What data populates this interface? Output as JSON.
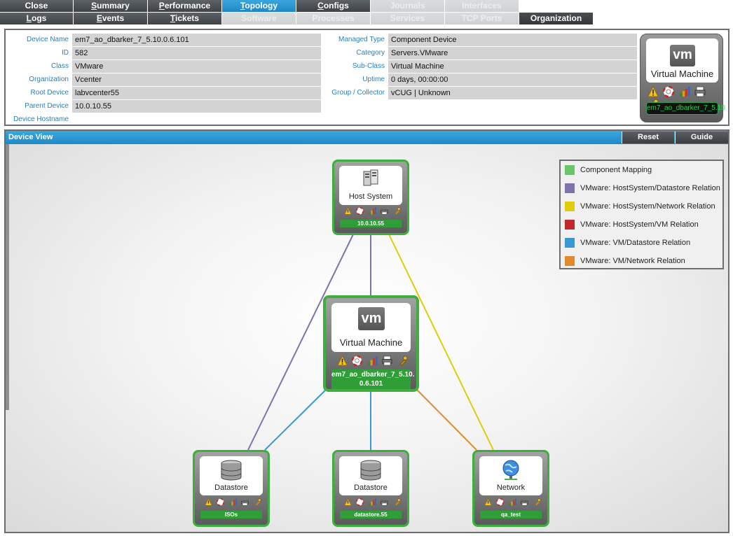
{
  "tabs_row1": [
    {
      "label": "Close",
      "state": "normal",
      "underline": false
    },
    {
      "label": "Summary",
      "state": "normal",
      "underline": true
    },
    {
      "label": "Performance",
      "state": "normal",
      "underline": true
    },
    {
      "label": "Topology",
      "state": "active",
      "underline": true
    },
    {
      "label": "Configs",
      "state": "normal",
      "underline": true
    },
    {
      "label": "Journals",
      "state": "disabled",
      "underline": false
    },
    {
      "label": "Interfaces",
      "state": "disabled",
      "underline": false
    }
  ],
  "tabs_row2": [
    {
      "label": "Logs",
      "state": "normal",
      "underline": true
    },
    {
      "label": "Events",
      "state": "normal",
      "underline": true
    },
    {
      "label": "Tickets",
      "state": "normal",
      "underline": true
    },
    {
      "label": "Software",
      "state": "disabled",
      "underline": false
    },
    {
      "label": "Processes",
      "state": "disabled",
      "underline": false
    },
    {
      "label": "Services",
      "state": "disabled",
      "underline": false
    },
    {
      "label": "TCP Ports",
      "state": "disabled",
      "underline": false
    },
    {
      "label": "Organization",
      "state": "org",
      "underline": false
    }
  ],
  "device_info": {
    "left": [
      {
        "label": "Device Name",
        "value": "em7_ao_dbarker_7_5.10.0.6.101"
      },
      {
        "label": "ID",
        "value": "582"
      },
      {
        "label": "Class",
        "value": "VMware"
      },
      {
        "label": "Organization",
        "value": "Vcenter"
      },
      {
        "label": "Root Device",
        "value": "labvcenter55"
      },
      {
        "label": "Parent Device",
        "value": "10.0.10.55"
      },
      {
        "label": "Device Hostname",
        "value": ""
      }
    ],
    "right": [
      {
        "label": "Managed Type",
        "value": "Component Device"
      },
      {
        "label": "Category",
        "value": "Servers.VMware"
      },
      {
        "label": "Sub-Class",
        "value": "Virtual Machine"
      },
      {
        "label": "Uptime",
        "value": "0 days, 00:00:00"
      },
      {
        "label": "Group / Collector",
        "value": "vCUG | Unknown"
      },
      {
        "label": "",
        "value": ""
      },
      {
        "label": "",
        "value": ""
      }
    ],
    "badge": {
      "logo": "vm",
      "title": "Virtual Machine",
      "name": "em7_ao_dbarker_7_5.10"
    }
  },
  "device_view": {
    "title": "Device View",
    "reset_label": "Reset",
    "guide_label": "Guide"
  },
  "nodes": {
    "host": {
      "label": "Host System",
      "name": "10.0.10.55",
      "icon": "server-icon"
    },
    "vm": {
      "label": "Virtual Machine",
      "name_line1": "em7_ao_dbarker_7_5.10.",
      "name_line2": "0.6.101",
      "logo": "vm"
    },
    "ds1": {
      "label": "Datastore",
      "name": "ISOs",
      "icon": "database-icon"
    },
    "ds2": {
      "label": "Datastore",
      "name": "datastore.55",
      "icon": "database-icon"
    },
    "net": {
      "label": "Network",
      "name": "qa_test",
      "icon": "network-globe-icon"
    }
  },
  "legend": [
    {
      "label": "Component Mapping",
      "color": "#6cc46a"
    },
    {
      "label": "VMware: HostSystem/Datastore Relation",
      "color": "#8172ad"
    },
    {
      "label": "VMware: HostSystem/Network Relation",
      "color": "#dfcc0a"
    },
    {
      "label": "VMware: HostSystem/VM Relation",
      "color": "#c0282d"
    },
    {
      "label": "VMware: VM/Datastore Relation",
      "color": "#3a98d3"
    },
    {
      "label": "VMware: VM/Network Relation",
      "color": "#e08a2c"
    }
  ],
  "colors": {
    "active_tab": "#2a95d2",
    "node_border": "#3fae3f",
    "name_bar": "#2f9e36"
  }
}
